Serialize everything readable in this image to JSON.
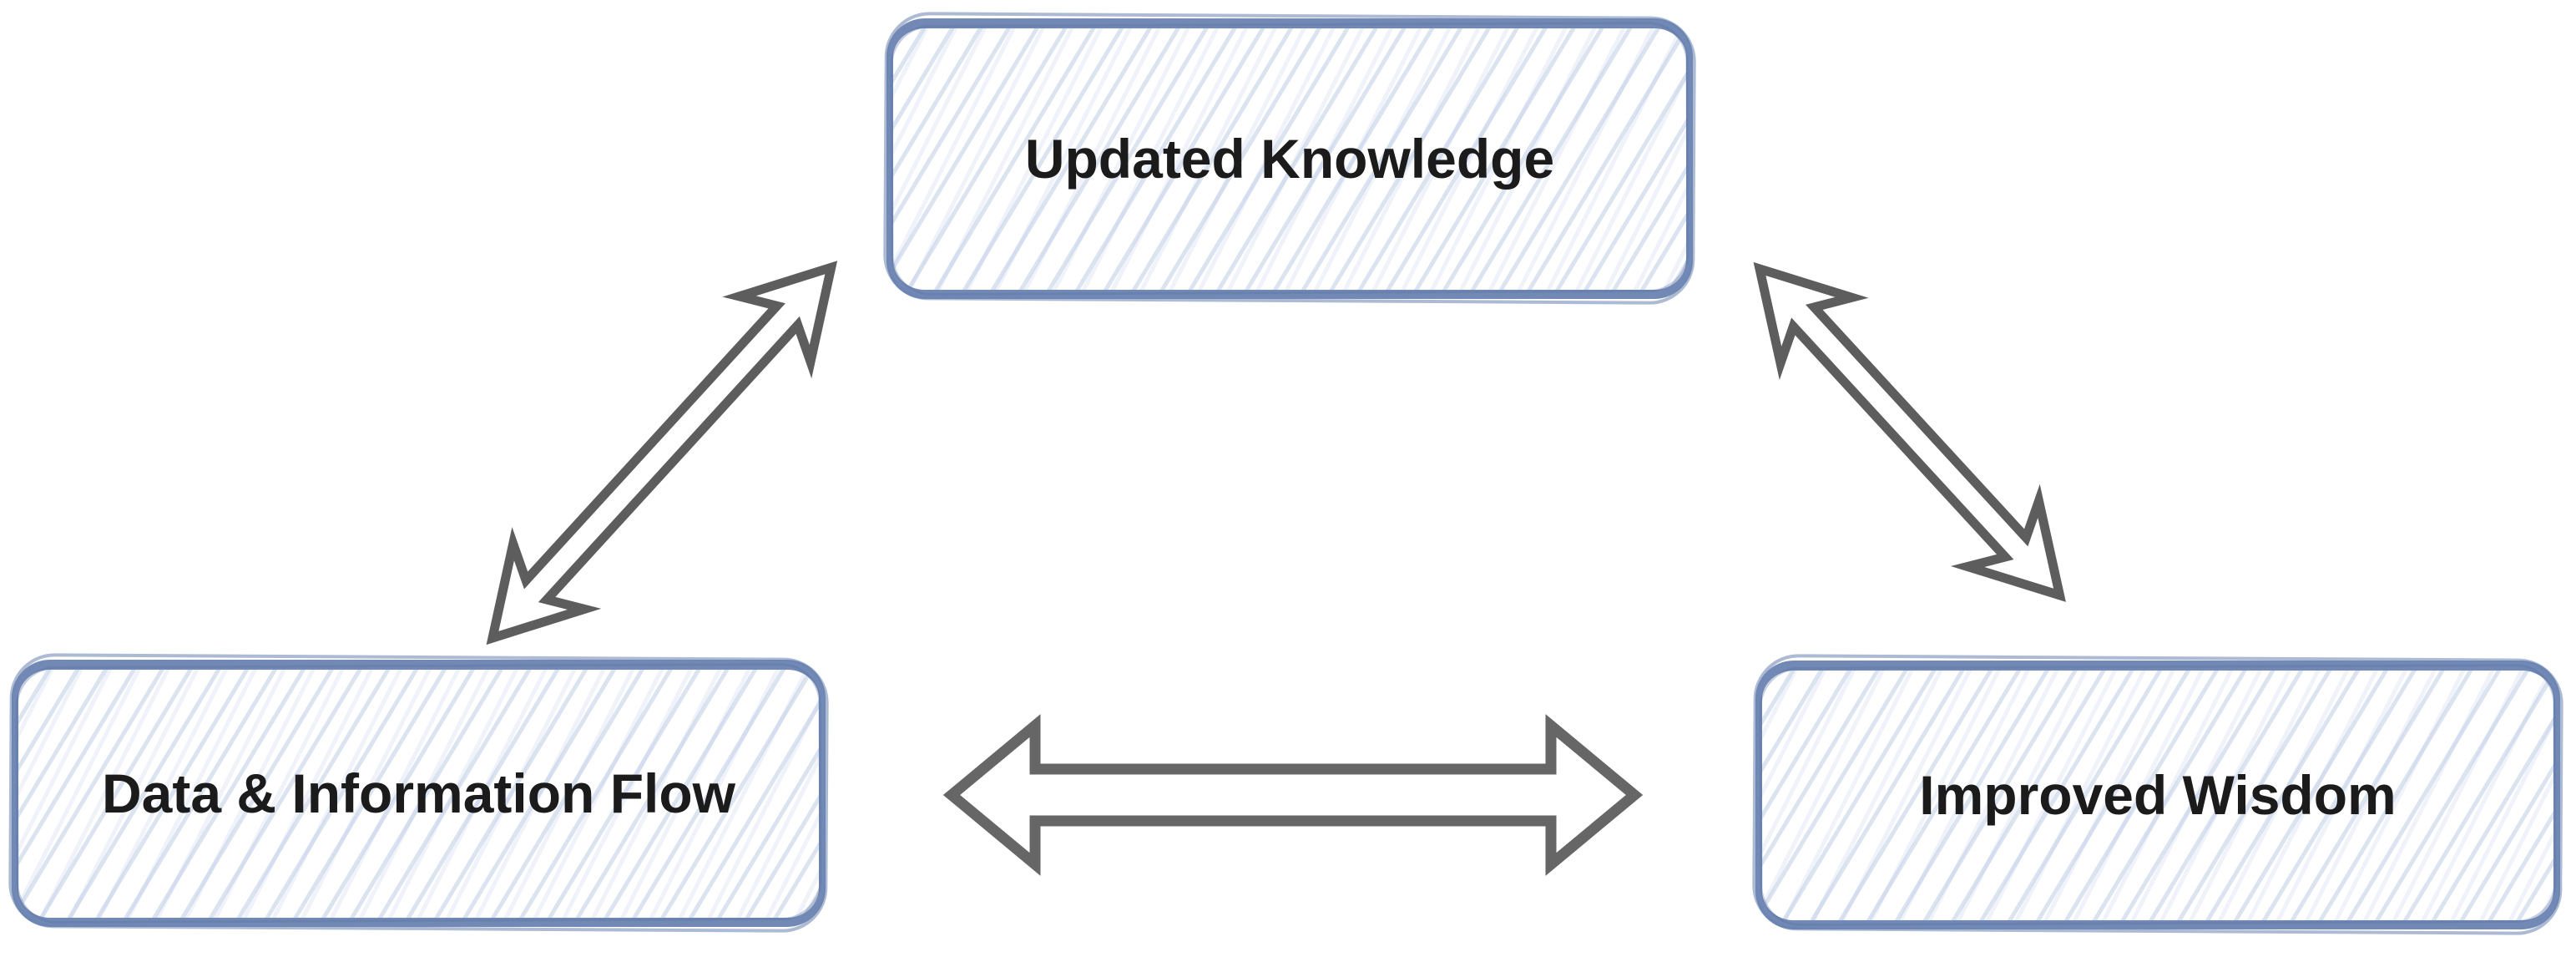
{
  "diagram": {
    "nodes": [
      {
        "id": "updated-knowledge",
        "label": "Updated Knowledge"
      },
      {
        "id": "data-information-flow",
        "label": "Data & Information Flow"
      },
      {
        "id": "improved-wisdom",
        "label": "Improved Wisdom"
      }
    ],
    "connections": [
      {
        "from": "data-information-flow",
        "to": "updated-knowledge",
        "bidirectional": true,
        "style": "barbed-double-arrow"
      },
      {
        "from": "updated-knowledge",
        "to": "improved-wisdom",
        "bidirectional": true,
        "style": "barbed-double-arrow"
      },
      {
        "from": "data-information-flow",
        "to": "improved-wisdom",
        "bidirectional": true,
        "style": "triangle-double-arrow"
      }
    ],
    "colors": {
      "box_border": "#7289b6",
      "box_fill": "#ffffff",
      "box_hatch": "#c8d4e8",
      "arrow_stroke": "#5d5d5d",
      "arrow_fill": "#ffffff",
      "label_text": "#1b1b1b",
      "background": "#ffffff"
    }
  }
}
